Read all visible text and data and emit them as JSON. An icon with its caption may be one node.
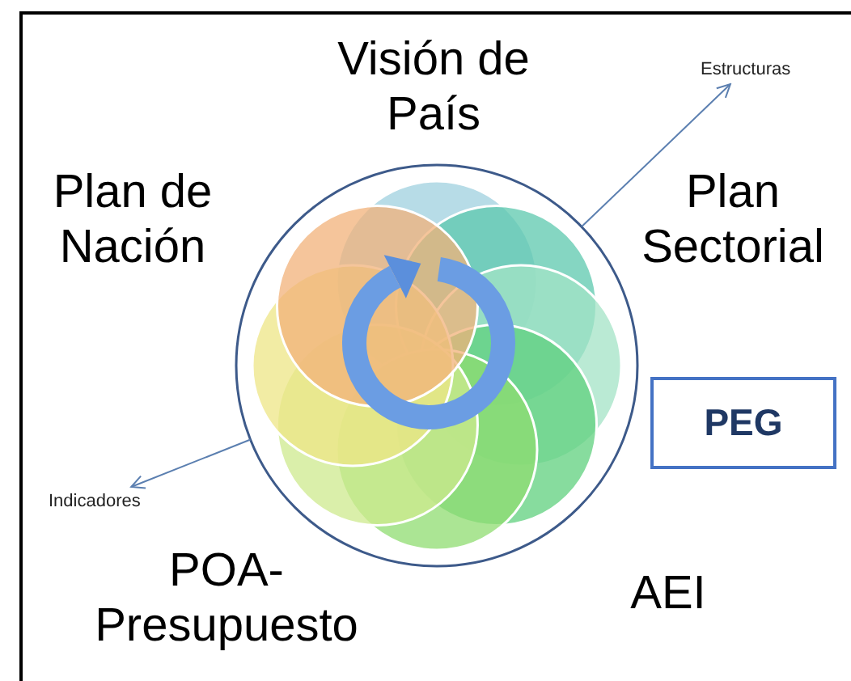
{
  "diagram": {
    "nodes": [
      {
        "text": [],
        "shape": "circle"
      },
      {
        "text": [
          "Estructuras"
        ]
      },
      {
        "text": [
          "Indicadores"
        ]
      },
      {
        "text": [
          "PEG"
        ]
      }
    ],
    "edges": [
      {
        "from": 0,
        "to": 1,
        "arrow": "to"
      },
      {
        "from": 0,
        "to": 2,
        "arrow": "to"
      }
    ],
    "labels": [
      "Visión de País",
      "Plan de Nación",
      "Plan Sectorial",
      "POA-Presupuesto",
      "AEI"
    ]
  }
}
